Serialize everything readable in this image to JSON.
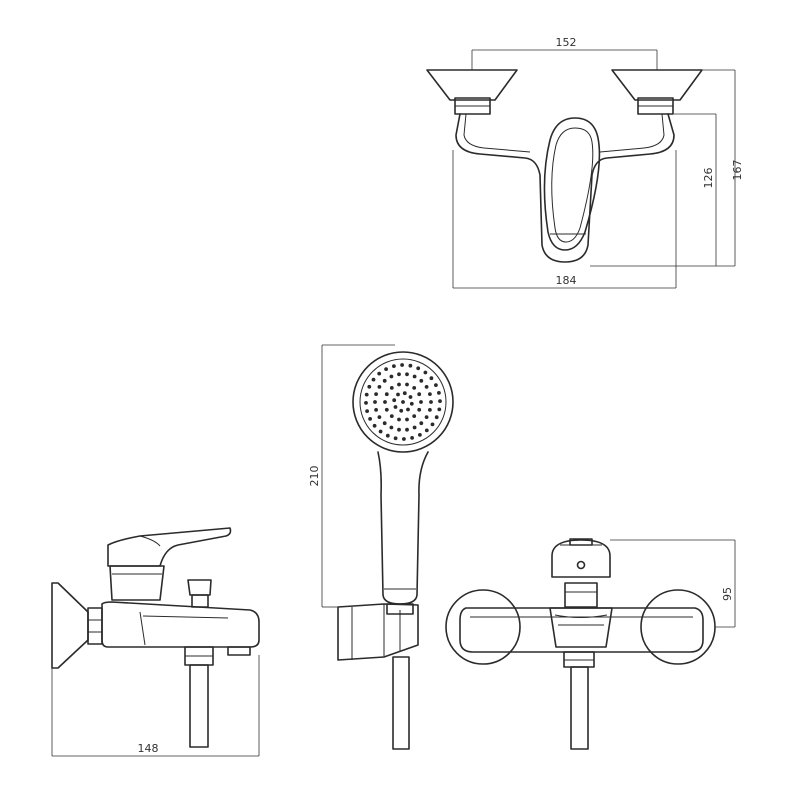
{
  "dimensions": {
    "top_spout_spacing": "152",
    "top_depth_inner": "126",
    "top_depth_total": "167",
    "top_width": "184",
    "hand_shower_length": "210",
    "side_projection": "148",
    "front_height": "95"
  },
  "colors": {
    "line": "#2b2b2b",
    "background": "#ffffff"
  }
}
